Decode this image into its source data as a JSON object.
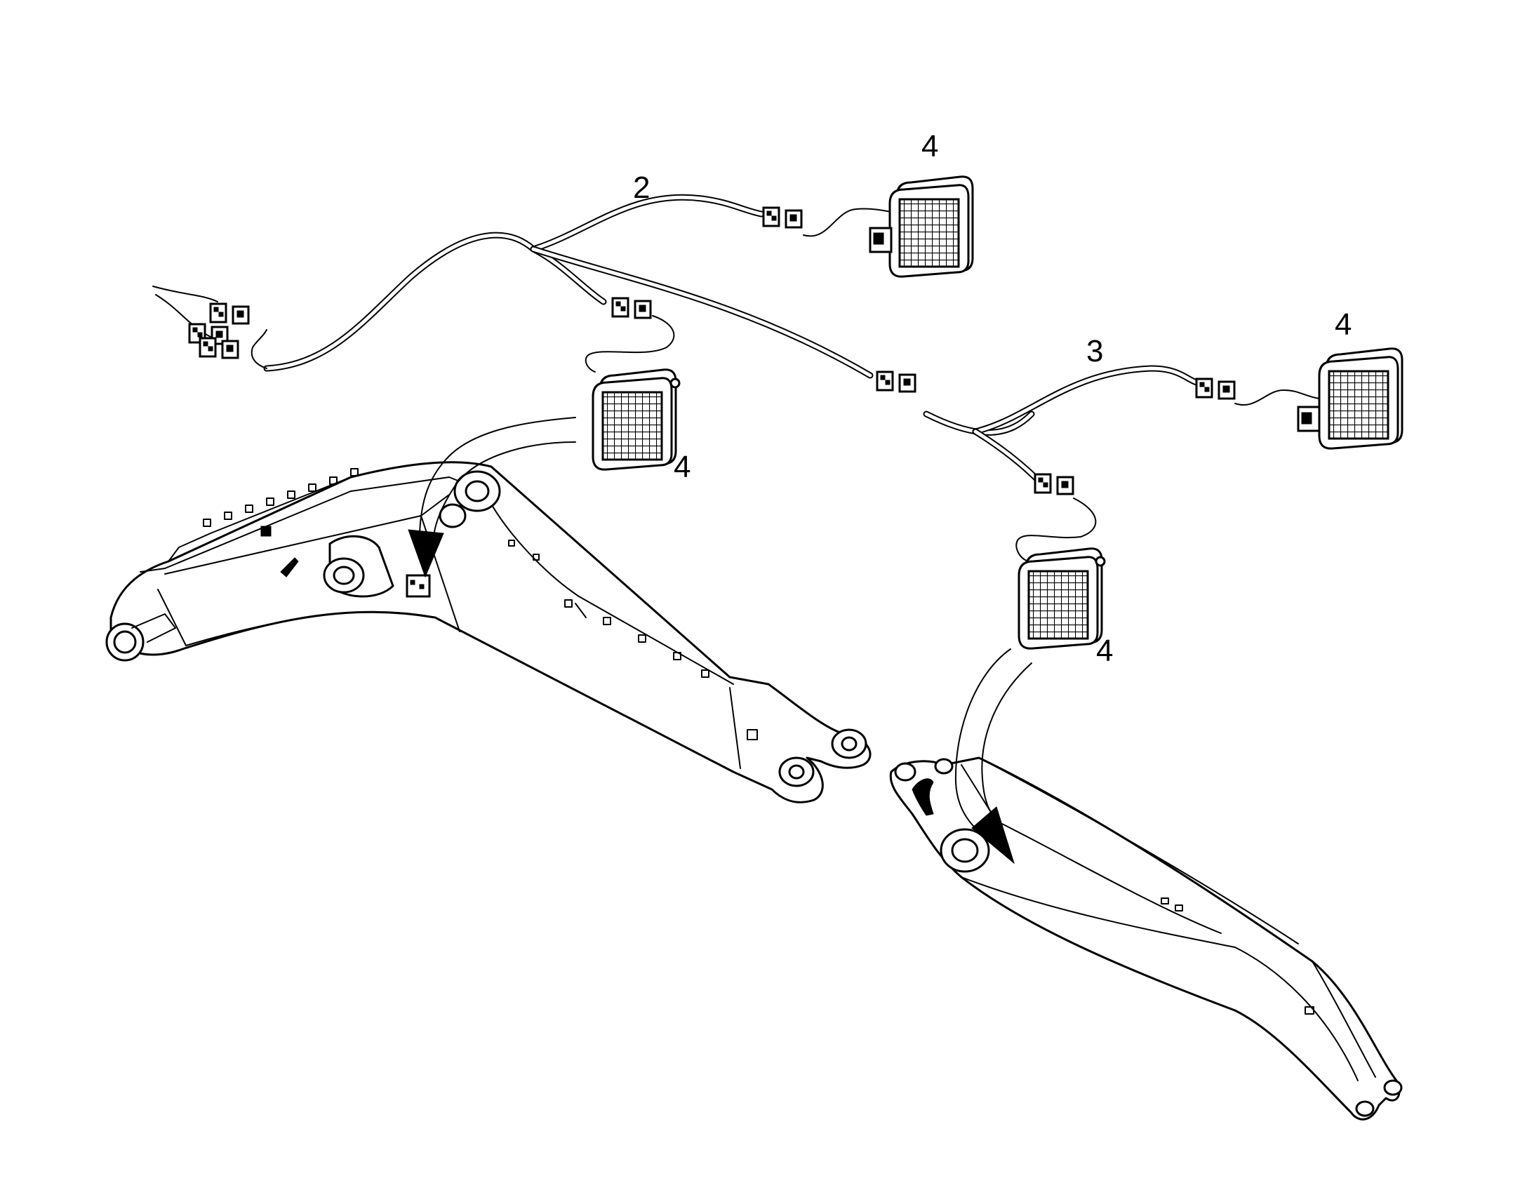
{
  "diagram": {
    "callouts": {
      "harness_left": "2",
      "harness_right": "3",
      "lamp": "4"
    },
    "colors": {
      "line": "#000000",
      "background": "#ffffff"
    }
  }
}
